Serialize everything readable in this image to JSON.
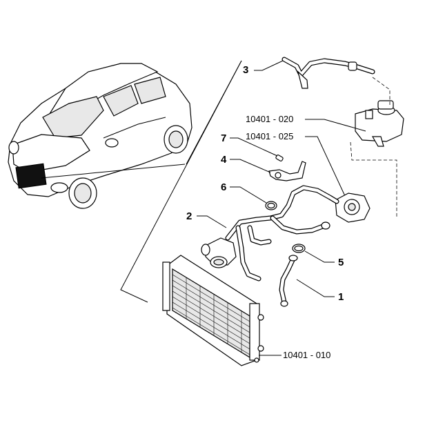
{
  "callouts": {
    "c1": "1",
    "c2": "2",
    "c3": "3",
    "c4": "4",
    "c5": "5",
    "c6": "6",
    "c7": "7",
    "code_020": "10401 - 020",
    "code_025": "10401 - 025",
    "code_010": "10401 - 010"
  }
}
